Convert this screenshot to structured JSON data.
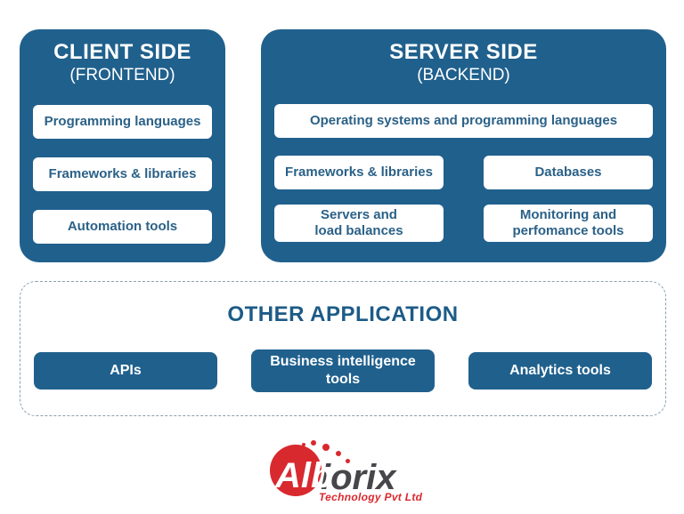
{
  "colors": {
    "panel_blue": "#20608d",
    "item_text_blue": "#2b6187",
    "section_title_blue": "#1d5b87",
    "dashed_border": "#8aa0b0",
    "logo_red": "#d8292f",
    "logo_dark": "#46464b"
  },
  "client_panel": {
    "title": "CLIENT SIDE",
    "subtitle": "(FRONTEND)",
    "items": [
      "Programming languages",
      "Frameworks & libraries",
      "Automation tools"
    ]
  },
  "server_panel": {
    "title": "SERVER SIDE",
    "subtitle": "(BACKEND)",
    "full_width_item": "Operating systems and programming languages",
    "items": [
      "Frameworks & libraries",
      "Databases",
      "Servers and\nload balances",
      "Monitoring and\nperfomance tools"
    ]
  },
  "other_application": {
    "title": "OTHER APPLICATION",
    "items": [
      "APIs",
      "Business intelligence\ntools",
      "Analytics tools"
    ]
  },
  "logo": {
    "name_part1": "Alb",
    "name_part2": "iorix",
    "tagline": "Technology Pvt Ltd"
  }
}
